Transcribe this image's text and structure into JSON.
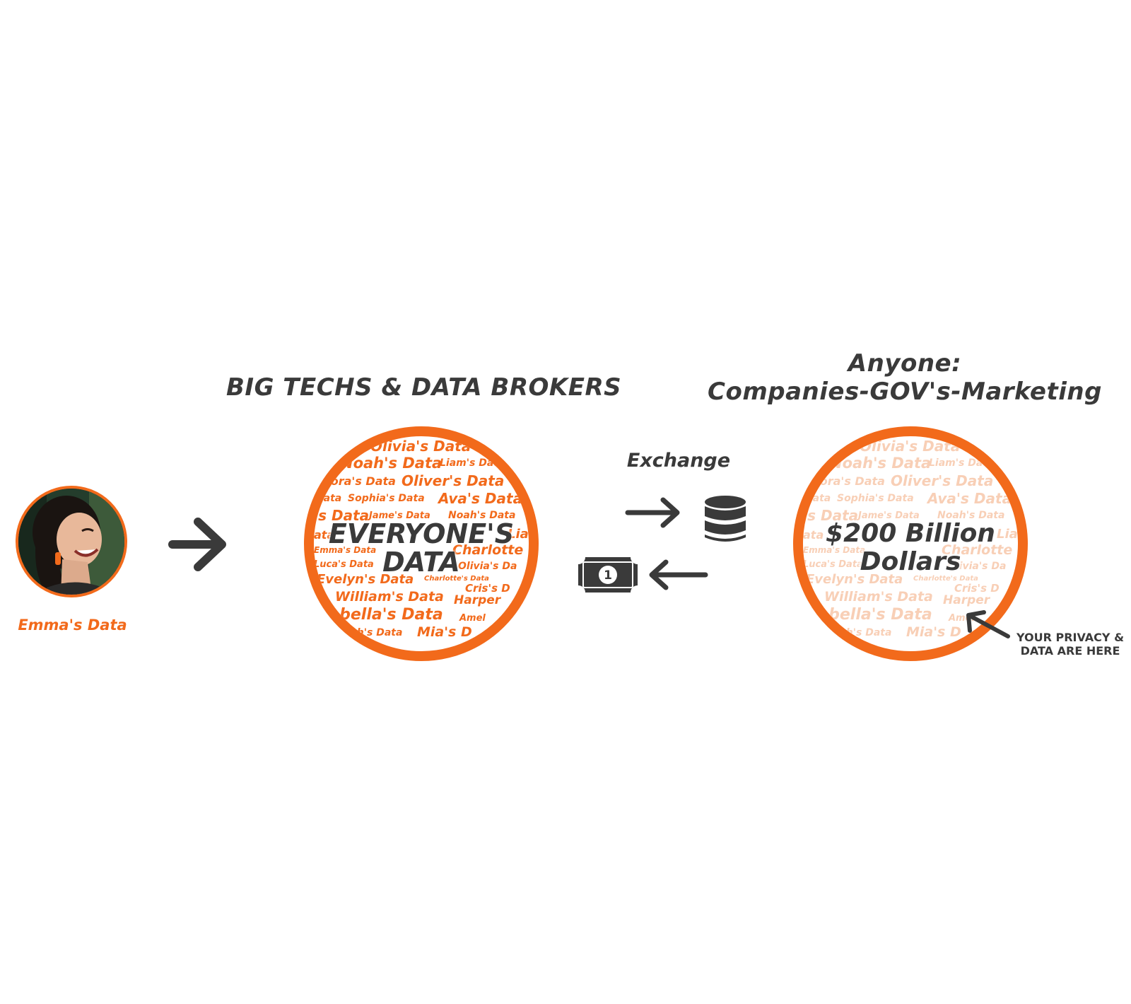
{
  "headings": {
    "left": "BIG TECHS & DATA BROKERS",
    "right_line1": "Anyone:",
    "right_line2": "Companies-GOV's-Marketing"
  },
  "person": {
    "caption": "Emma's Data"
  },
  "left_circle": {
    "line1": "EVERYONE'S",
    "line2": "DATA"
  },
  "right_circle": {
    "line1": "$200 Billion",
    "line2": "Dollars"
  },
  "exchange": {
    "label": "Exchange",
    "bill_denomination": "1"
  },
  "privacy_note": {
    "line1": "YOUR PRIVACY &",
    "line2": "DATA ARE HERE"
  },
  "name_cloud": [
    "Olivia's Data",
    "Noah's Data",
    "Liam's Data",
    "Cora's Data",
    "Oliver's Data",
    "Data",
    "Sophia's Data",
    "Ava's Data",
    "'s Data",
    "Jame's Data",
    "Noah's Data",
    "ata",
    "Lia",
    "Emma's Data",
    "Charlotte",
    "Luca's Data",
    "Olivia's Da",
    "Evelyn's Data",
    "Charlotte's Data",
    "Cris's D",
    "William's Data",
    "Harper",
    "Isabella's Data",
    "Amel",
    "Noah's Data",
    "Mia's D"
  ],
  "colors": {
    "accent": "#f26a1b",
    "text_dark": "#3a3a3a",
    "faded_name": "#f8cfb6"
  },
  "icons": [
    "right-arrow-icon",
    "database-icon",
    "left-arrow-icon",
    "dollar-bill-icon",
    "pointer-arrow-icon"
  ]
}
